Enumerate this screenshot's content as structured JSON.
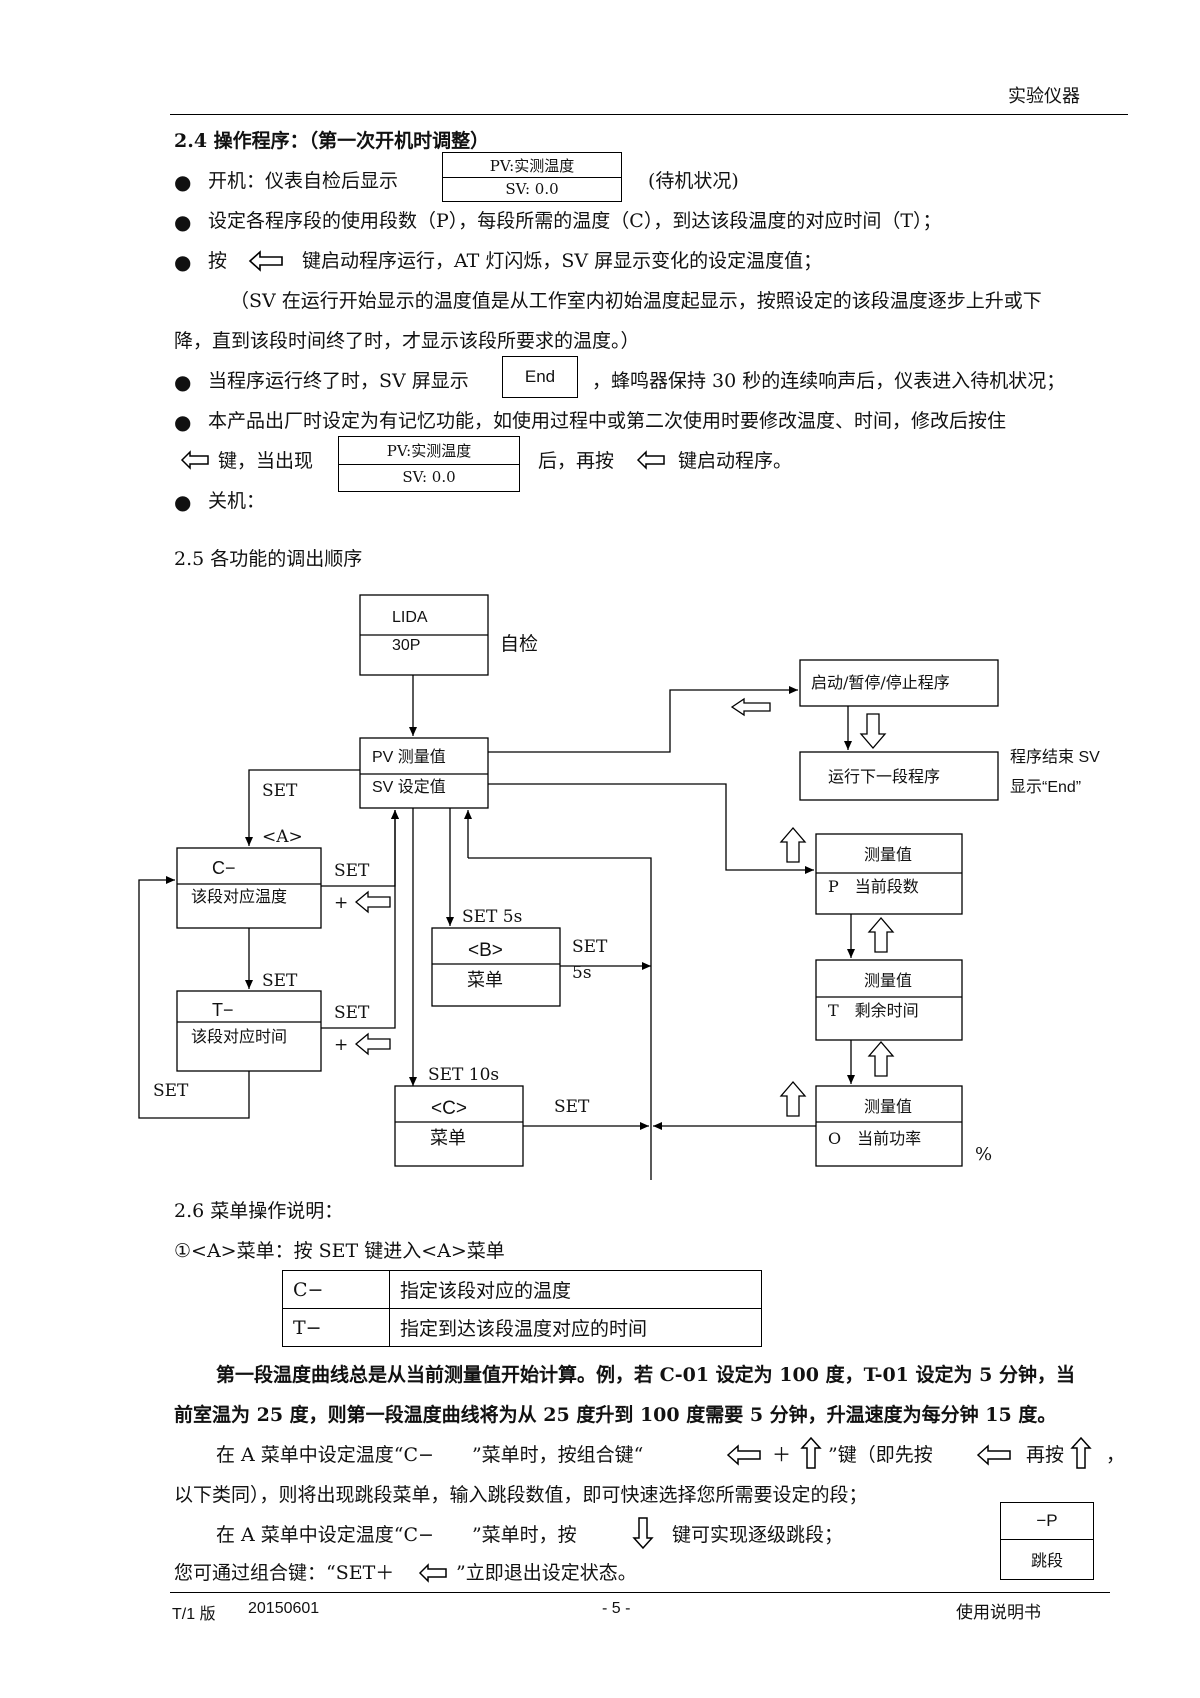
{
  "header": {
    "right": "实验仪器"
  },
  "sec24": {
    "title": "2.4 操作程序：（第一次开机时调整）",
    "b1_pre": "开机：仪表自检后显示",
    "b1_post": "(待机状况)",
    "pv_label": "PV:实测温度",
    "sv_label": "SV: 0.0",
    "b2": "设定各程序段的使用段数（P），每段所需的温度（C），到达该段温度的对应时间（T）；",
    "b3_pre": "按",
    "b3_post": "键启动程序运行，AT 灯闪烁，SV 屏显示变化的设定温度值；",
    "note1": "（SV 在运行开始显示的温度值是从工作室内初始温度起显示，按照设定的该段温度逐步上升或下",
    "note2": "降，直到该段时间终了时，才显示该段所要求的温度。）",
    "b4_pre": "当程序运行终了时，SV 屏显示",
    "end_box": "End",
    "b4_post": "，蜂鸣器保持 30 秒的连续响声后，仪表进入待机状况；",
    "b5_line1": "本产品出厂时设定为有记忆功能，如使用过程中或第二次使用时要修改温度、时间，修改后按住",
    "b5_key": "键，当出现",
    "b5_pv": "PV:实测温度",
    "b5_sv": "SV: 0.0",
    "b5_after": "后，再按",
    "b5_end": "键启动程序。",
    "b6": "关机："
  },
  "sec25": {
    "title": "2.5 各功能的调出顺序",
    "lida": "LIDA",
    "p30": "30P",
    "selfcheck": "自检",
    "pv_measure": "PV 测量值",
    "sv_set": "SV 设定值",
    "start_stop": "启动/暂停/停止程序",
    "run_next": "运行下一段程序",
    "end_note1": "程序结束 SV",
    "end_note2": "显示“End”",
    "set": "SET",
    "menu_a": "<A>",
    "c_minus": "C−",
    "c_desc": "该段对应温度",
    "t_minus": "T−",
    "t_desc": "该段对应时间",
    "plus": "+",
    "set5s": "SET 5s",
    "menu_b": "<B>",
    "menu": "菜单",
    "s5": "5s",
    "set10s": "SET 10s",
    "menu_c": "<C>",
    "measure": "测量值",
    "p_seg": "P　当前段数",
    "t_rem": "T　剩余时间",
    "o_pow": "O　当前功率",
    "percent": "%"
  },
  "sec26": {
    "title": "2.6 菜单操作说明：",
    "line1": "①<A>菜单：按 SET 键进入<A>菜单",
    "table": [
      [
        "C−",
        "指定该段对应的温度"
      ],
      [
        "T−",
        "指定到达该段温度对应的时间"
      ]
    ],
    "bold1": "第一段温度曲线总是从当前测量值开始计算。例，若 C-01 设定为 100 度，T-01 设定为 5 分钟，当",
    "bold2": "前室温为 25 度，则第一段温度曲线将为从 25 度升到 100 度需要 5 分钟，升温速度为每分钟 15 度。",
    "p1a": "在 A 菜单中设定温度“C−　　”菜单时，按组合键“",
    "p1b": "”键（即先按",
    "p1c": "再按",
    "p1d": "，",
    "p2": "以下类同），则将出现跳段菜单，输入跳段数值，即可快速选择您所需要设定的段；",
    "p3a": "在 A 菜单中设定温度“C−　　”菜单时，按",
    "p3b": "键可实现逐级跳段；",
    "p4a": "您可通过组合键：“SET＋",
    "p4b": "”立即退出设定状态。",
    "jump_top": "−P",
    "jump_bottom": "跳段"
  },
  "footer": {
    "version": "T/1 版",
    "date": "20150601",
    "page": "- 5 -",
    "manual": "使用说明书"
  }
}
